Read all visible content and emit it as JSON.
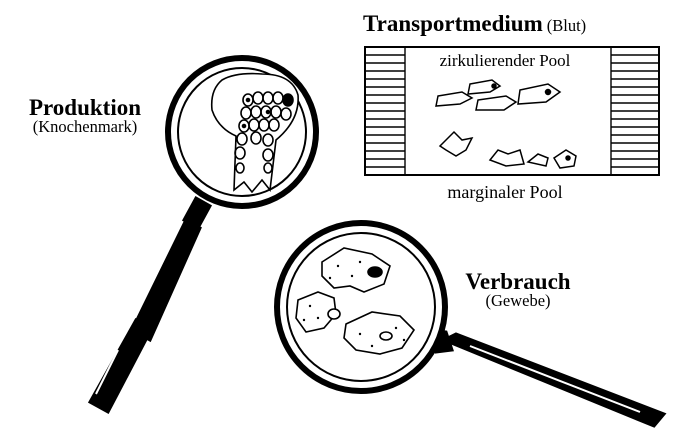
{
  "production": {
    "title": "Produktion",
    "subtitle": "(Knochenmark)"
  },
  "transport": {
    "title": "Transportmedium",
    "subtitle": "(Blut)",
    "circulating_pool": "zirkulierender Pool",
    "marginal_pool": "marginaler Pool"
  },
  "consumption": {
    "title": "Verbrauch",
    "subtitle": "(Gewebe)"
  },
  "colors": {
    "ink": "#000000",
    "background": "#ffffff"
  },
  "icons": [
    "magnifier-icon",
    "bone-marrow-icon",
    "blood-vessel-icon",
    "cell-icon"
  ]
}
